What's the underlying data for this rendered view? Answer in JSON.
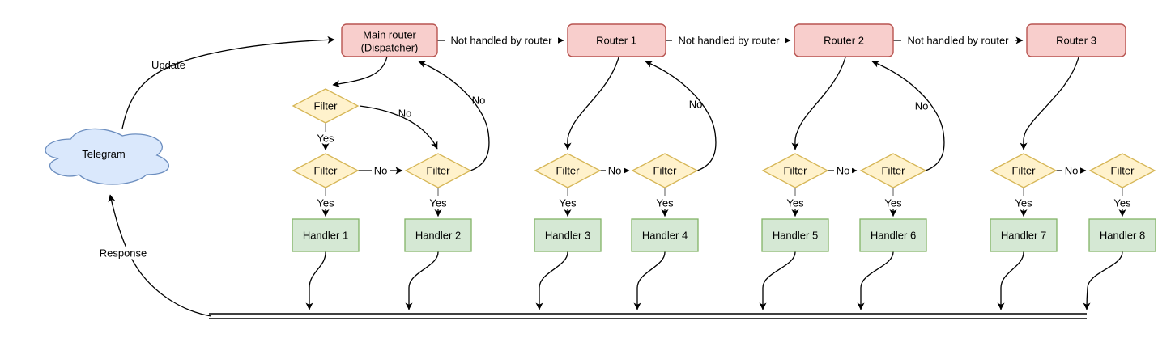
{
  "diagram": {
    "nodes": {
      "telegram": "Telegram",
      "dispatcher_line1": "Main router",
      "dispatcher_line2": "(Dispatcher)",
      "routers": [
        "Router 1",
        "Router 2",
        "Router 3"
      ],
      "filter": "Filter",
      "handlers": [
        "Handler 1",
        "Handler 2",
        "Handler 3",
        "Handler 4",
        "Handler 5",
        "Handler 6",
        "Handler 7",
        "Handler 8"
      ]
    },
    "edge_labels": {
      "update": "Update",
      "response": "Response",
      "not_handled": "Not handled by router",
      "yes": "Yes",
      "no": "No"
    },
    "colors": {
      "router_fill": "#f8cecc",
      "router_stroke": "#b85450",
      "filter_fill": "#fff2cc",
      "filter_stroke": "#d6b656",
      "handler_fill": "#d5e8d4",
      "handler_stroke": "#82b366",
      "cloud_fill": "#dae8fc",
      "cloud_stroke": "#6c8ebf",
      "connector": "#000000",
      "connector_stub": "#808080",
      "background": "#ffffff"
    }
  }
}
